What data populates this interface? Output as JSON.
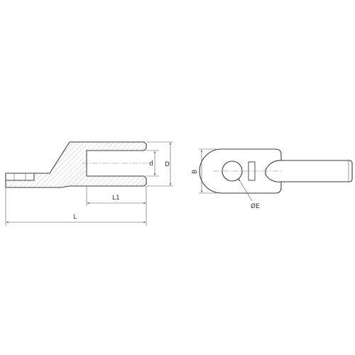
{
  "labels": {
    "L": "L",
    "L1": "L1",
    "d": "d",
    "D": "D",
    "B": "B",
    "E": "ØE"
  }
}
